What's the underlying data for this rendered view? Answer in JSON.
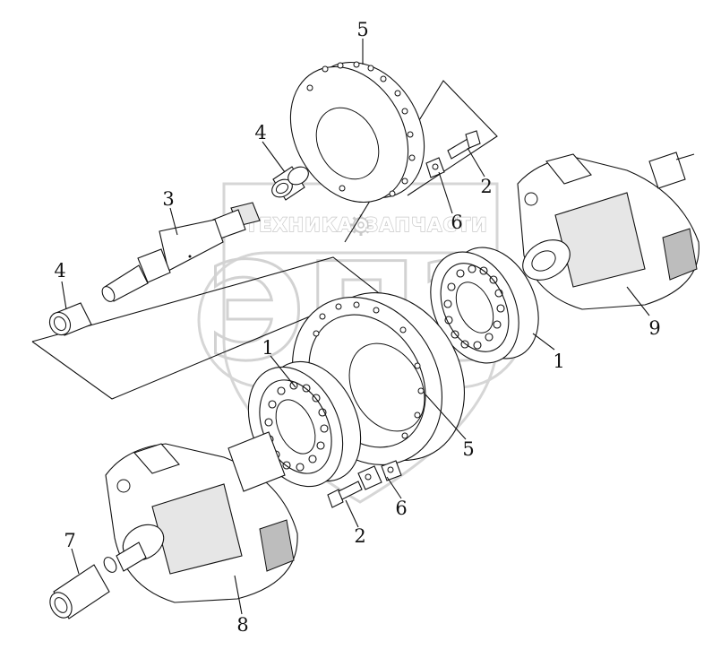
{
  "watermark": {
    "left_text": "ТЕХНИКА",
    "right_text": "ЗАПЧАСТИ",
    "logo_text": "ЭПЗ",
    "gear_icon": "gear-icon"
  },
  "callouts": {
    "c1a": "1",
    "c1b": "1",
    "c2a": "2",
    "c2b": "2",
    "c3": "3",
    "c4a": "4",
    "c4b": "4",
    "c5a": "5",
    "c5b": "5",
    "c6a": "6",
    "c6b": "6",
    "c7": "7",
    "c8": "8",
    "c9": "9"
  }
}
